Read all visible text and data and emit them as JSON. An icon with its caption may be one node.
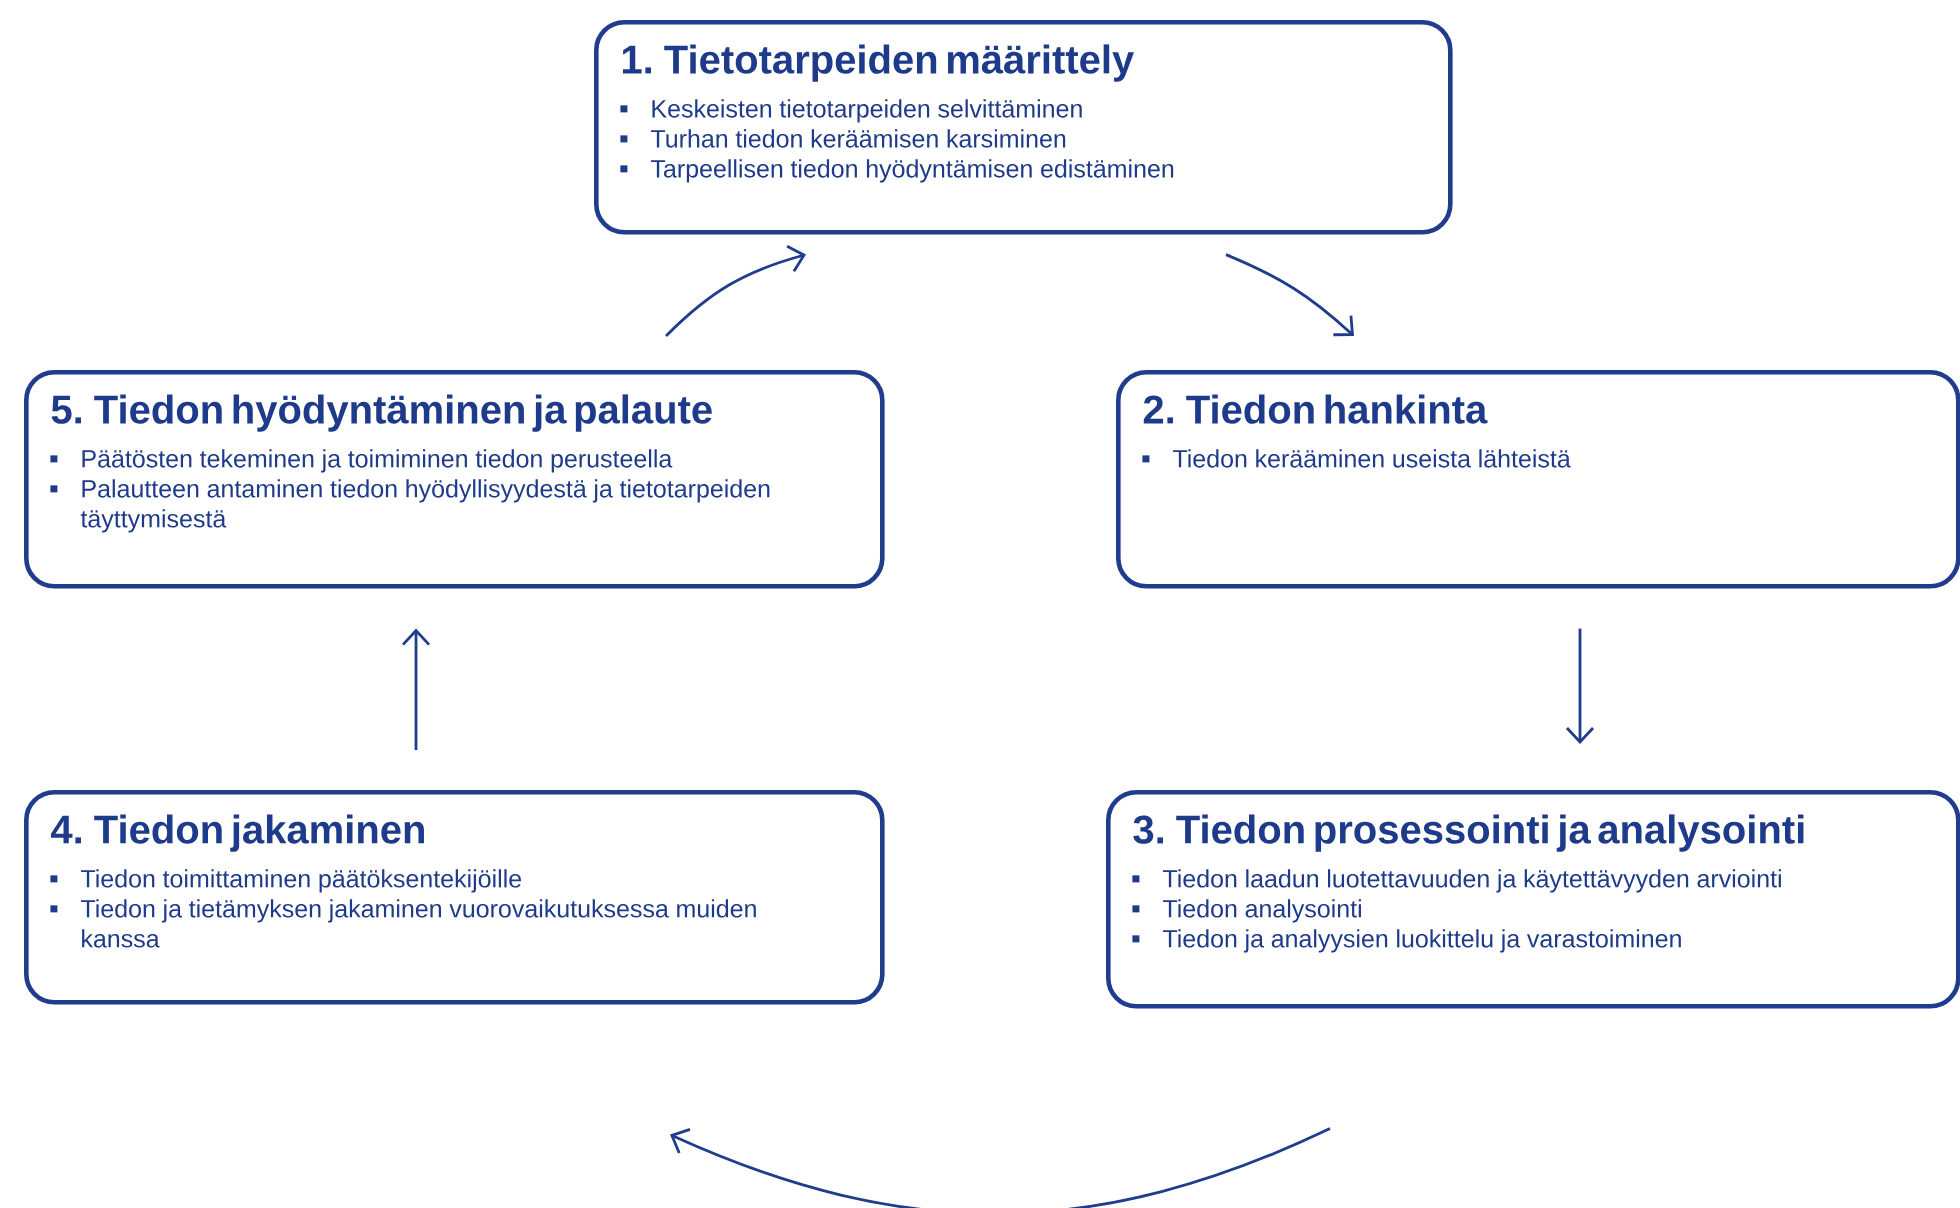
{
  "diagram": {
    "nodes": [
      {
        "text": [
          "1. Tietotarpeiden määrittely",
          "Keskeisten tietotarpeiden selvittäminen",
          "Turhan tiedon keräämisen karsiminen",
          "Tarpeellisen tiedon hyödyntämisen edistäminen"
        ]
      },
      {
        "text": [
          "2. Tiedon hankinta",
          "Tiedon kerääminen useista lähteistä"
        ]
      },
      {
        "text": [
          "3. Tiedon prosessointi ja analysointi",
          "Tiedon laadun luotettavuuden ja käytettävyyden arviointi",
          "Tiedon analysointi",
          "Tiedon ja analyysien luokittelu ja varastoiminen"
        ]
      },
      {
        "text": [
          "4. Tiedon jakaminen",
          "Tiedon toimittaminen päätöksentekijöille",
          "Tiedon ja tietämyksen jakaminen vuorovaikutuksessa muiden kanssa"
        ]
      },
      {
        "text": [
          "5. Tiedon hyödyntäminen ja palaute",
          "Päätösten tekeminen ja toimiminen tiedon perusteella",
          "Palautteen antaminen tiedon hyödyllisyydestä ja tietotarpeiden täyttymisestä"
        ]
      }
    ],
    "edges": [
      {
        "from": 0,
        "to": 1,
        "arrow": "to"
      },
      {
        "from": 1,
        "to": 2,
        "arrow": "to"
      },
      {
        "from": 2,
        "to": 3,
        "arrow": "to"
      },
      {
        "from": 3,
        "to": 4,
        "arrow": "to"
      },
      {
        "from": 4,
        "to": 0,
        "arrow": "to"
      }
    ]
  }
}
